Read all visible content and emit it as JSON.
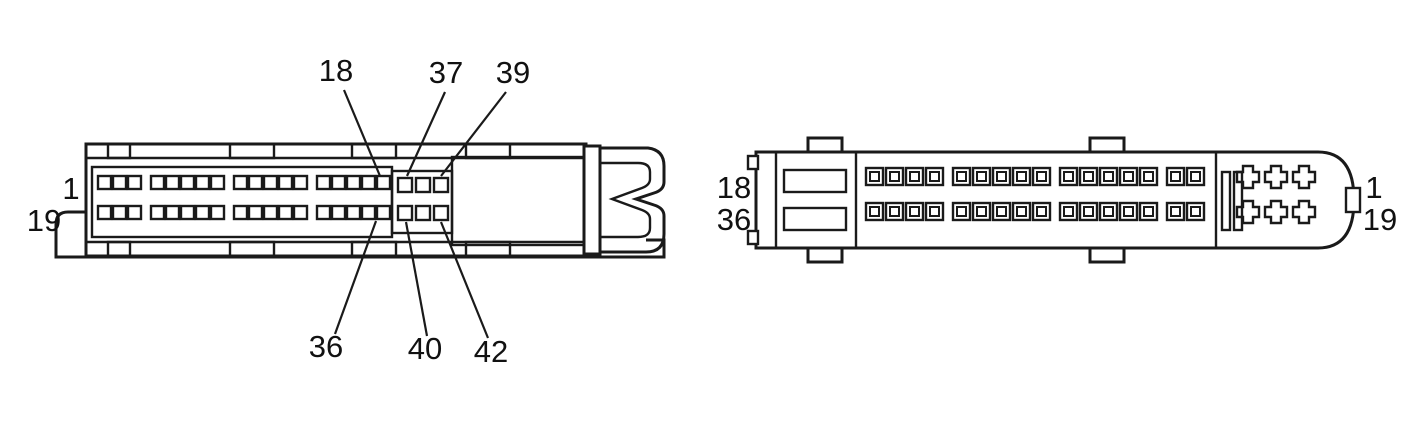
{
  "figure": {
    "description": "Two connector face/side views with numbered terminal cavities",
    "line_color": "#1a1a1a",
    "background": "#ffffff",
    "left_connector": {
      "labels": {
        "pin1": "1",
        "pin18": "18",
        "pin19": "19",
        "pin36": "36",
        "pin37": "37",
        "pin39": "39",
        "pin40": "40",
        "pin42": "42"
      },
      "terminal_rows": {
        "top_groups": [
          3,
          5,
          5,
          5
        ],
        "bottom_groups": [
          3,
          5,
          5,
          5
        ]
      },
      "mid_block": {
        "columns": 3,
        "rows": 2
      }
    },
    "right_connector": {
      "labels": {
        "pin18": "18",
        "pin36": "36",
        "pin1": "1",
        "pin19": "19"
      },
      "terminal_rows": {
        "top_groups": [
          4,
          5,
          5,
          2
        ],
        "bottom_groups": [
          4,
          5,
          5,
          2
        ]
      },
      "cross_holes_per_row": 3
    }
  }
}
